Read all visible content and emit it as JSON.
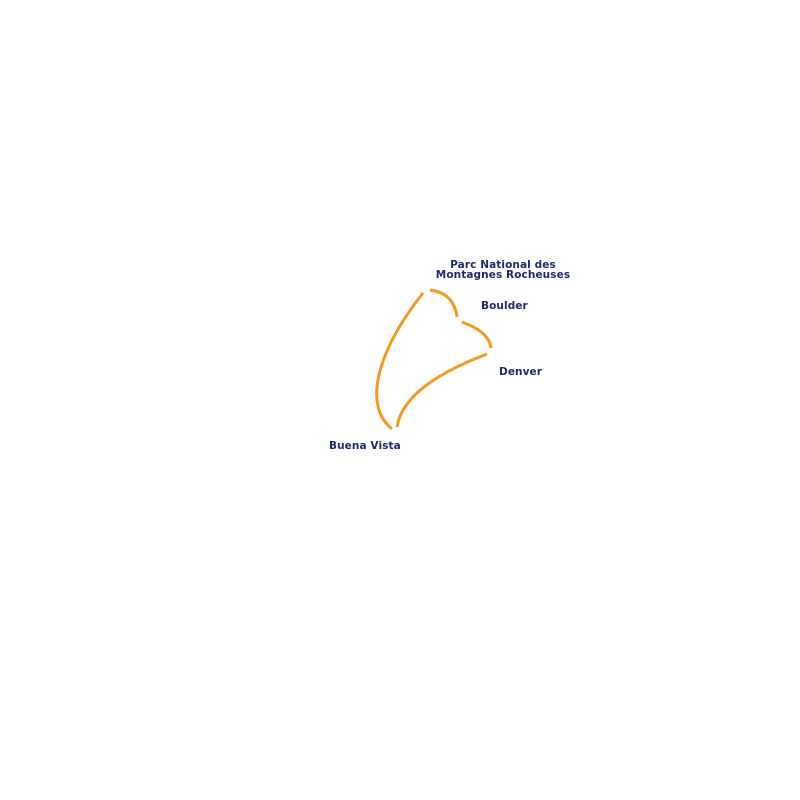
{
  "map": {
    "route_color": "#f39a21",
    "label_color": "#1f2a6b",
    "places": [
      {
        "id": "park",
        "name_line1": "Parc National des",
        "name_line2": "Montagnes Rocheuses"
      },
      {
        "id": "boulder",
        "name": "Boulder"
      },
      {
        "id": "denver",
        "name": "Denver"
      },
      {
        "id": "buena-vista",
        "name": "Buena Vista"
      }
    ],
    "routes": [
      {
        "from": "Parc National des Montagnes Rocheuses",
        "to": "Boulder"
      },
      {
        "from": "Boulder",
        "to": "Denver"
      },
      {
        "from": "Denver",
        "to": "Buena Vista"
      },
      {
        "from": "Buena Vista",
        "to": "Parc National des Montagnes Rocheuses"
      }
    ]
  }
}
